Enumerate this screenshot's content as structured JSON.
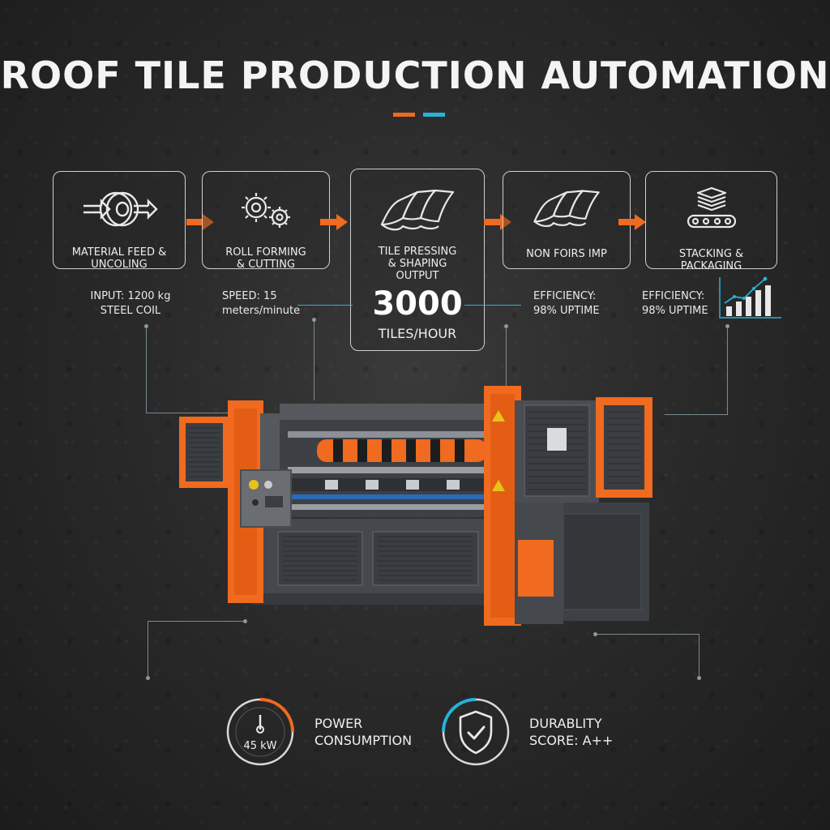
{
  "title": "ROOF TILE PRODUCTION AUTOMATION",
  "colors": {
    "accent_orange": "#f06a1f",
    "accent_cyan": "#26b3d8",
    "background": "#2a2a2a",
    "machine_gray": "#4a4d52"
  },
  "steps": [
    {
      "label": "MATERIAL FEED &\nUNCOLING",
      "icon": "coil-feed-icon"
    },
    {
      "label": "ROLL FORMING\n& CUTTING",
      "icon": "gears-icon"
    },
    {
      "label": "TILE PRESSING\n& SHAPING\nOUTPUT",
      "icon": "roof-tile-icon"
    },
    {
      "label": "NON FOIRS IMP",
      "icon": "roof-tile-icon"
    },
    {
      "label": "STACKING & PACKAGING",
      "icon": "stack-conveyor-icon"
    }
  ],
  "metrics": {
    "input": "INPUT: 1200 kg\nSTEEL COIL",
    "speed": "SPEED: 15\nmeters/minute",
    "output_value": "3000",
    "output_unit": "TILES/HOUR",
    "efficiency_1": "EFFICIENCY:\n98% UPTIME",
    "efficiency_2": "EFFICIENCY:\n98% UPTIME"
  },
  "bottom": {
    "power_gauge_value": "45 kW",
    "power_label": "POWER\nCONSUMPTION",
    "durability_label": "DURABLITY\nSCORE: A++"
  }
}
